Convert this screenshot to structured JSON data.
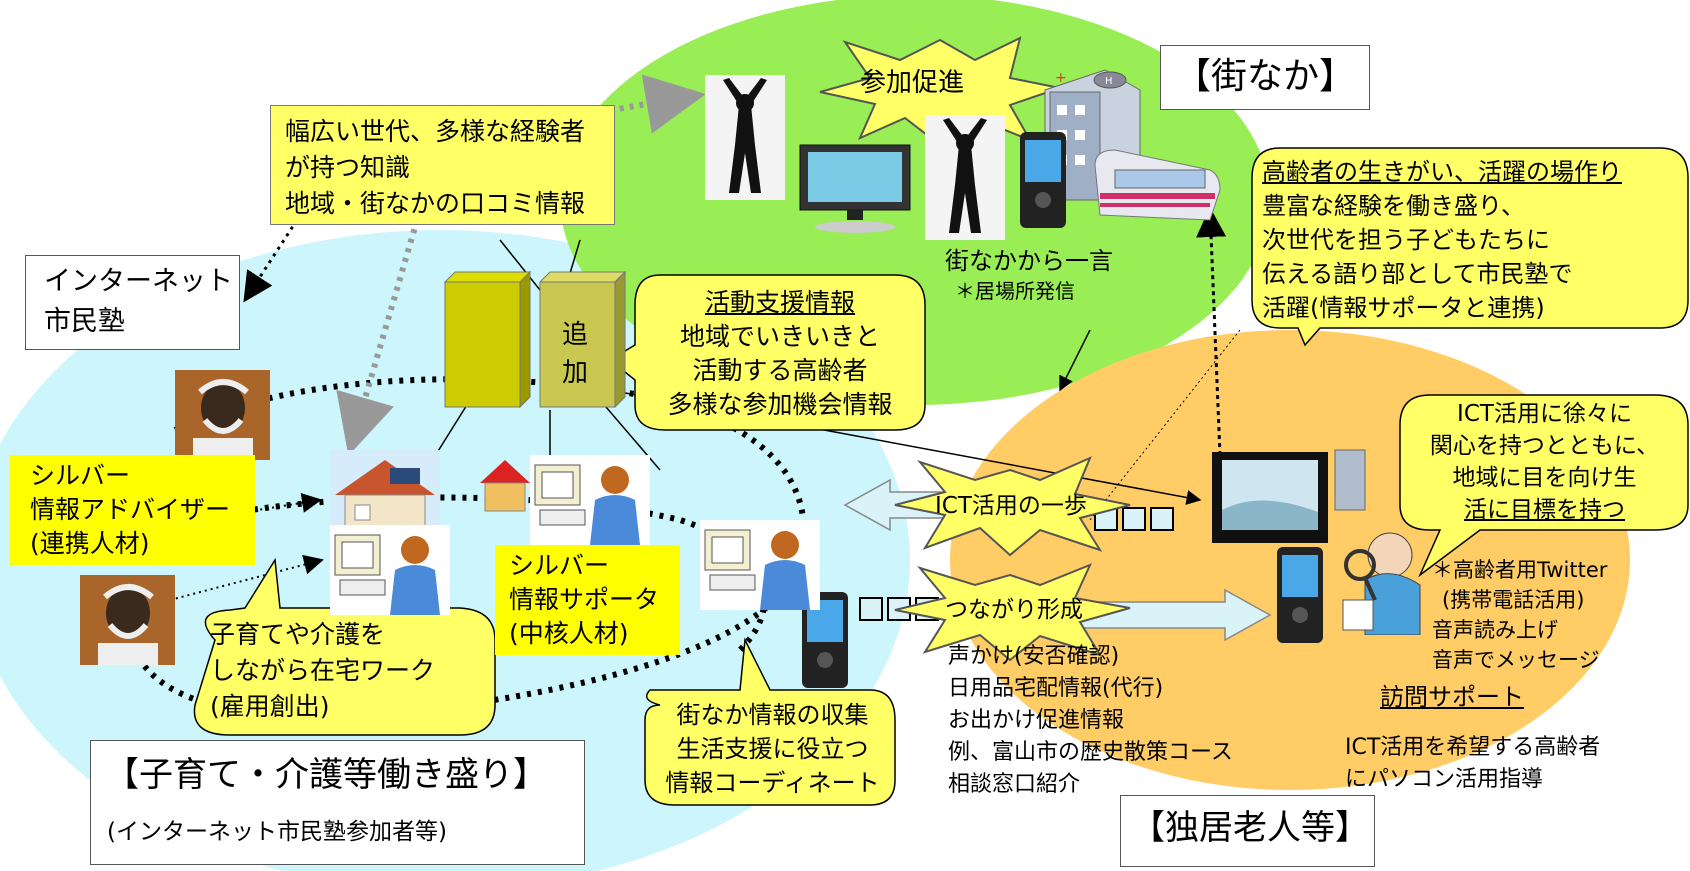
{
  "top_cloud": {
    "burst": "参加促進",
    "title": "【街なか】",
    "voice_1": "街なかから一言",
    "voice_2": "＊居場所発信"
  },
  "knowledge_box": {
    "lines": [
      "幅広い世代、多様な経験者",
      "が持つ知識",
      "地域・街なかの口コミ情報"
    ]
  },
  "internet_school": {
    "lines": [
      "インターネット",
      "市民塾"
    ]
  },
  "add_label": [
    "追",
    "加"
  ],
  "activity_support": {
    "title": "活動支援情報",
    "lines": [
      "地域でいきいきと",
      "活動する高齢者",
      "多様な参加機会情報"
    ]
  },
  "elderly_life": {
    "title": "高齢者の生きがい、活躍の場作り",
    "lines": [
      "豊富な経験を働き盛り、",
      "次世代を担う子どもたちに",
      "伝える語り部として市民塾で",
      "活躍(情報サポータと連携)"
    ]
  },
  "silver_advisor": {
    "lines": [
      "シルバー",
      "情報アドバイザー",
      "(連携人材)"
    ]
  },
  "silver_supporter": {
    "lines": [
      "シルバー",
      "情報サポータ",
      "(中核人材)"
    ]
  },
  "home_work": {
    "lines": [
      "子育てや介護を",
      "しながら在宅ワーク",
      "(雇用創出)"
    ]
  },
  "city_info": {
    "lines": [
      "街なか情報の収集",
      "生活支援に役立つ",
      "情報コーディネート"
    ]
  },
  "ict_interest": {
    "lines": [
      "ICT活用に徐々に",
      "関心を持つとともに、",
      "地域に目を向け生",
      "活に目標を持つ"
    ]
  },
  "bursts": {
    "ict_step": "ICT活用の一歩",
    "connection": "つながり形成"
  },
  "twitter": {
    "lines": [
      "＊高齢者用Twitter",
      "(携帯電話活用)",
      "音声読み上げ",
      "音声でメッセージ"
    ]
  },
  "services": {
    "lines": [
      "声かけ(安否確認)",
      "日用品宅配情報(代行)",
      "お出かけ促進情報",
      "例、富山市の歴史散策コース",
      "相談窓口紹介"
    ]
  },
  "visit_support": {
    "title": "訪問サポート",
    "lines": [
      "ICT活用を希望する高齢者",
      "にパソコン活用指導"
    ]
  },
  "bottom_left": {
    "title": "【子育て・介護等働き盛り】",
    "subtitle": "(インターネット市民塾参加者等)"
  },
  "bottom_right": {
    "title": "【独居老人等】"
  },
  "colors": {
    "green_cloud": "#99ee55",
    "blue_cloud": "#ccf6fb",
    "orange_cloud": "#ffcc66",
    "callout_yellow": "#ffff66",
    "label_yellow": "#ffff00",
    "arrow_blue": "#d9f3f8"
  },
  "icons": [
    "monitor-icon",
    "person-silhouette-icon",
    "hospital-building-icon",
    "train-icon",
    "mobile-phone-icon",
    "pc-user-icon",
    "house-icon",
    "elderly-man-icon",
    "photo-frame-icon",
    "magnifier-elder-icon",
    "book-icon"
  ]
}
